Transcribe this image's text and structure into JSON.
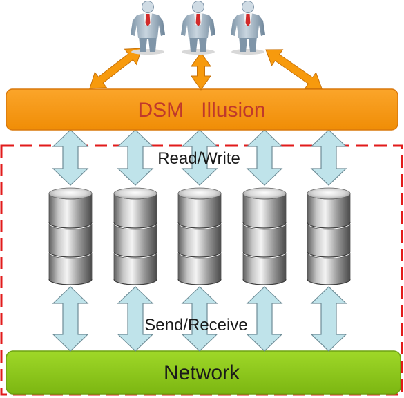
{
  "layer_label": "DSM   Illusion",
  "read_write_label": "Read/Write",
  "send_receive_label": "Send/Receive",
  "network_label": "Network",
  "colors": {
    "dsm_fill": "#f79a0d",
    "dsm_stroke": "#d9780b",
    "dsm_text": "#c0392b",
    "network_fill": "#8cc816",
    "network_stroke": "#6ea212",
    "dash_border": "#e21b1b",
    "orange_arrow": "#f79a0d",
    "blue_arrow": "#bfe3ea",
    "blue_arrow_stroke": "#6d8c96"
  },
  "icons": {
    "user": "business-person-icon",
    "node": "database-cylinder-icon"
  }
}
